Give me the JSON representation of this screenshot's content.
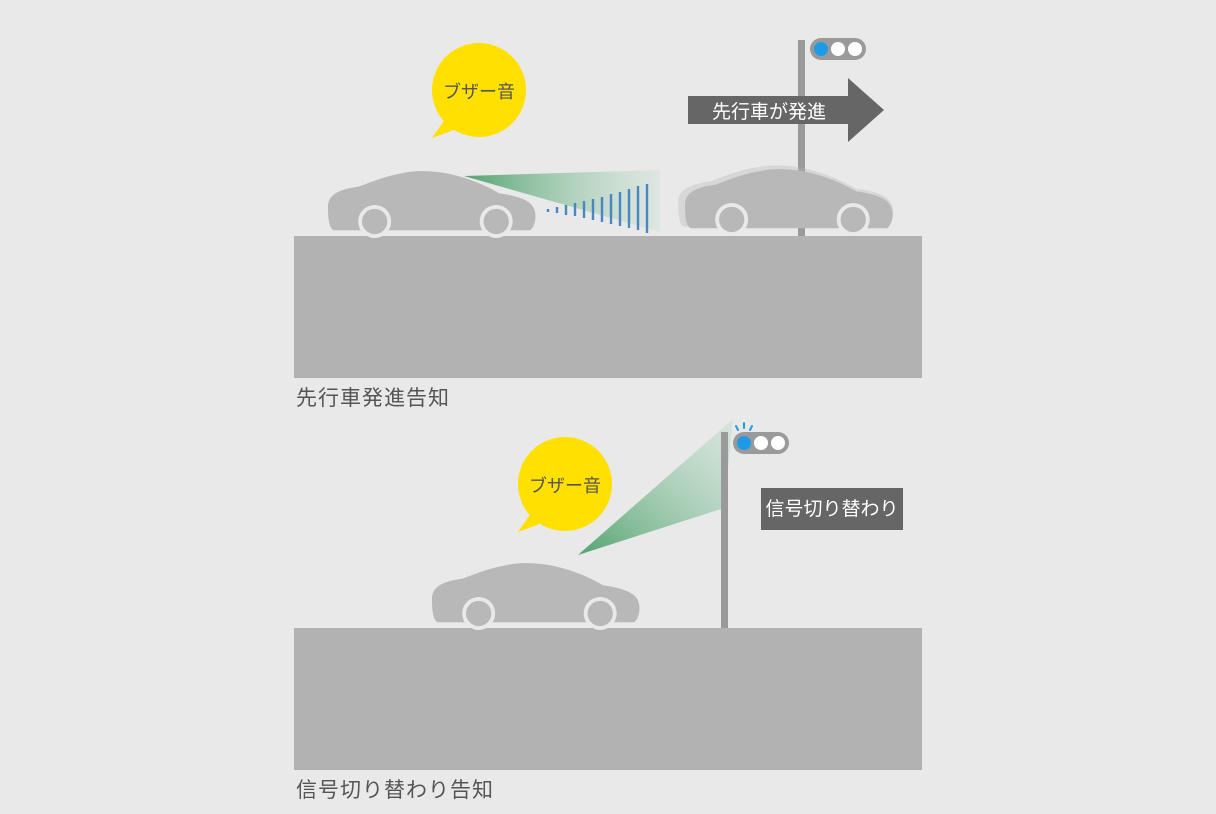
{
  "scene1": {
    "buzzer_label": "ブザー音",
    "sign_label": "先行車が発進",
    "caption": "先行車発進告知"
  },
  "scene2": {
    "buzzer_label": "ブザー音",
    "sign_label": "信号切り替わり",
    "caption": "信号切り替わり告知"
  },
  "colors": {
    "background": "#e9e9e9",
    "road": "#b2b2b2",
    "car": "#b8b8b8",
    "bubble": "#ffe000",
    "sign": "#666666",
    "signal_blue": "#1e9be6",
    "signal_housing": "#9a9a9a",
    "sensor_beam": "#5aa878",
    "sonar_lines": "#4a86c0"
  }
}
